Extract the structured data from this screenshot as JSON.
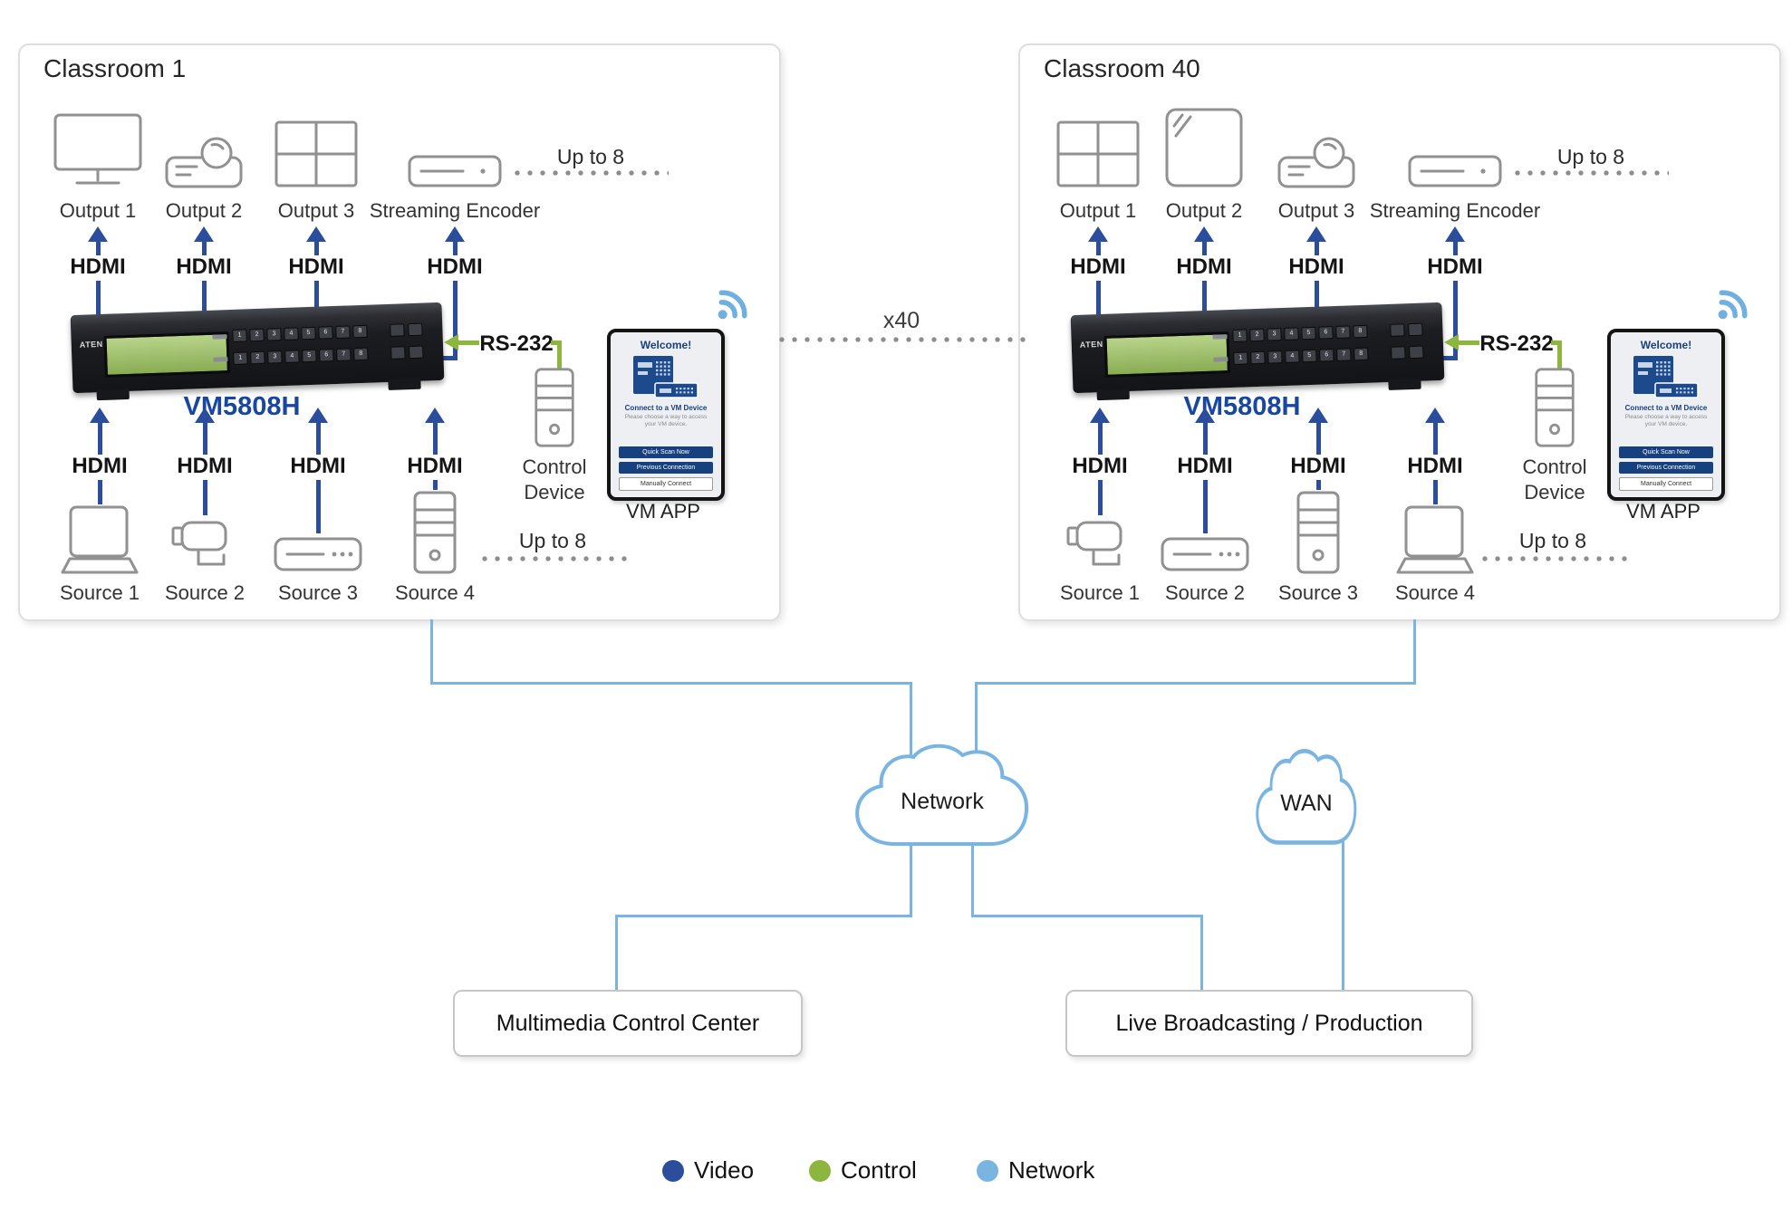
{
  "colors": {
    "video": "#2b4e9c",
    "control": "#8cb63e",
    "network": "#7ab5e2",
    "model_text": "#17479e",
    "lcd_green": "#9cbd66"
  },
  "connector": {
    "multiplier_label": "x40"
  },
  "clouds": [
    {
      "label": "Network"
    },
    {
      "label": "WAN"
    }
  ],
  "centers": [
    {
      "label": "Multimedia Control Center"
    },
    {
      "label": "Live Broadcasting / Production"
    }
  ],
  "legend": [
    {
      "label": "Video",
      "color": "#2b4e9c"
    },
    {
      "label": "Control",
      "color": "#8cb63e"
    },
    {
      "label": "Network",
      "color": "#7ab5e2"
    }
  ],
  "classrooms": [
    {
      "title": "Classroom 1",
      "cable_label": "HDMI",
      "up_to_top": "Up to 8",
      "up_to_bottom": "Up to 8",
      "rs232_label": "RS-232",
      "control_device_label": "Control Device",
      "vm_app_label": "VM APP",
      "device": {
        "model": "VM5808H",
        "brand": "ATEN",
        "buttons": [
          "1",
          "2",
          "3",
          "4",
          "5",
          "6",
          "7",
          "8"
        ]
      },
      "outputs": [
        {
          "label": "Output 1",
          "icon": "monitor"
        },
        {
          "label": "Output 2",
          "icon": "projector"
        },
        {
          "label": "Output 3",
          "icon": "videowall"
        },
        {
          "label": "Streaming Encoder",
          "icon": "encoder"
        }
      ],
      "sources": [
        {
          "label": "Source 1",
          "icon": "laptop"
        },
        {
          "label": "Source 2",
          "icon": "camera"
        },
        {
          "label": "Source 3",
          "icon": "player"
        },
        {
          "label": "Source 4",
          "icon": "tower"
        }
      ],
      "phone": {
        "title": "Welcome!",
        "heading": "Connect to a VM Device",
        "caption": "Please choose a way to access your VM device.",
        "buttons": [
          "Quick Scan Now",
          "Previous Connection",
          "Manually Connect"
        ]
      }
    },
    {
      "title": "Classroom 40",
      "cable_label": "HDMI",
      "up_to_top": "Up to 8",
      "up_to_bottom": "Up to 8",
      "rs232_label": "RS-232",
      "control_device_label": "Control Device",
      "vm_app_label": "VM APP",
      "device": {
        "model": "VM5808H",
        "brand": "ATEN",
        "buttons": [
          "1",
          "2",
          "3",
          "4",
          "5",
          "6",
          "7",
          "8"
        ]
      },
      "outputs": [
        {
          "label": "Output 1",
          "icon": "videowall"
        },
        {
          "label": "Output 2",
          "icon": "whiteboard"
        },
        {
          "label": "Output 3",
          "icon": "projector"
        },
        {
          "label": "Streaming Encoder",
          "icon": "encoder"
        }
      ],
      "sources": [
        {
          "label": "Source 1",
          "icon": "camera"
        },
        {
          "label": "Source 2",
          "icon": "player"
        },
        {
          "label": "Source 3",
          "icon": "tower"
        },
        {
          "label": "Source 4",
          "icon": "laptop"
        }
      ],
      "phone": {
        "title": "Welcome!",
        "heading": "Connect to a VM Device",
        "caption": "Please choose a way to access your VM device.",
        "buttons": [
          "Quick Scan Now",
          "Previous Connection",
          "Manually Connect"
        ]
      }
    }
  ]
}
